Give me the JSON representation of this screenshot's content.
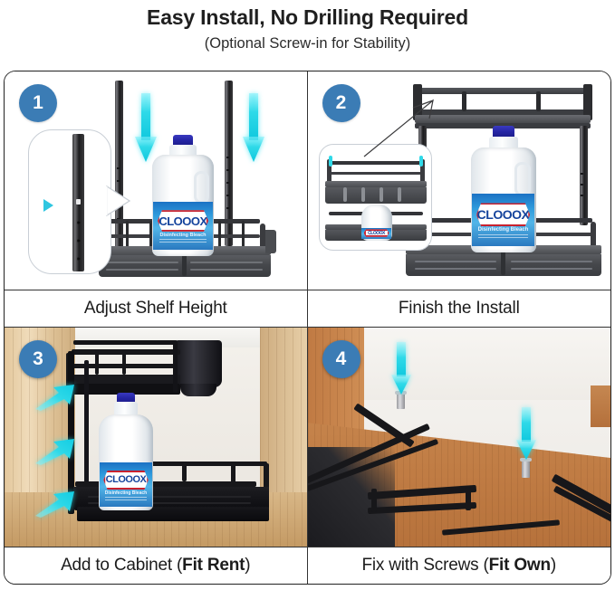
{
  "header": {
    "title": "Easy Install, No Drilling Required",
    "subtitle": "(Optional Screw-in for Stability)"
  },
  "product": {
    "brand_label": "CLOOOX",
    "brand_sub": "Disinfecting Bleach"
  },
  "colors": {
    "badge_blue": "#3b7cb5",
    "arrow_cyan": "#2fd9e8",
    "frame_border": "#222222",
    "caption_text": "#1c1c1c",
    "metal_dark": "#17171a",
    "label_blue": "#2f9bdc",
    "cap_blue": "#2626a6"
  },
  "steps": [
    {
      "number": "1",
      "caption_prefix": "Adjust Shelf Height",
      "caption_bold": "",
      "caption_suffix": "",
      "scene": "exploded-poles-into-shelf",
      "arrows": 2,
      "arrow_direction": "down"
    },
    {
      "number": "2",
      "caption_prefix": "Finish the Install",
      "caption_bold": "",
      "caption_suffix": "",
      "scene": "assembled-two-tier-rack",
      "arrows": 0,
      "arrow_direction": "none"
    },
    {
      "number": "3",
      "caption_prefix": "Add to Cabinet (",
      "caption_bold": "Fit Rent",
      "caption_suffix": ")",
      "scene": "rack-inside-wood-cabinet",
      "arrows": 3,
      "arrow_direction": "up-right"
    },
    {
      "number": "4",
      "caption_prefix": "Fix with Screws (",
      "caption_bold": "Fit Own",
      "caption_suffix": ")",
      "scene": "screws-into-cabinet-floor",
      "arrows": 2,
      "arrow_direction": "down"
    }
  ]
}
